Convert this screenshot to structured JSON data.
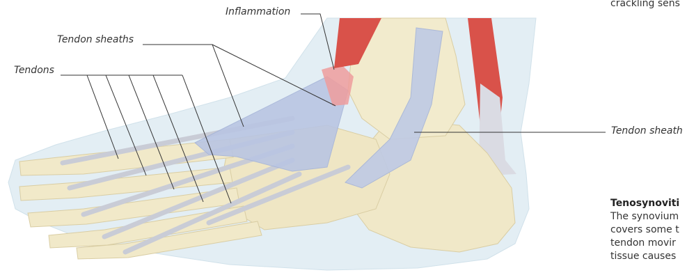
{
  "labels": {
    "inflammation": "Inflammation",
    "tendon_sheaths": "Tendon sheaths",
    "tendons": "Tendons",
    "tendon_sheath": "Tendon sheath"
  },
  "side_panel": {
    "top_fragment": "crackling sens",
    "title": "Tenosynoviti",
    "lines": [
      "The synovium",
      "covers some t",
      "tendon movir",
      "tissue causes"
    ]
  }
}
